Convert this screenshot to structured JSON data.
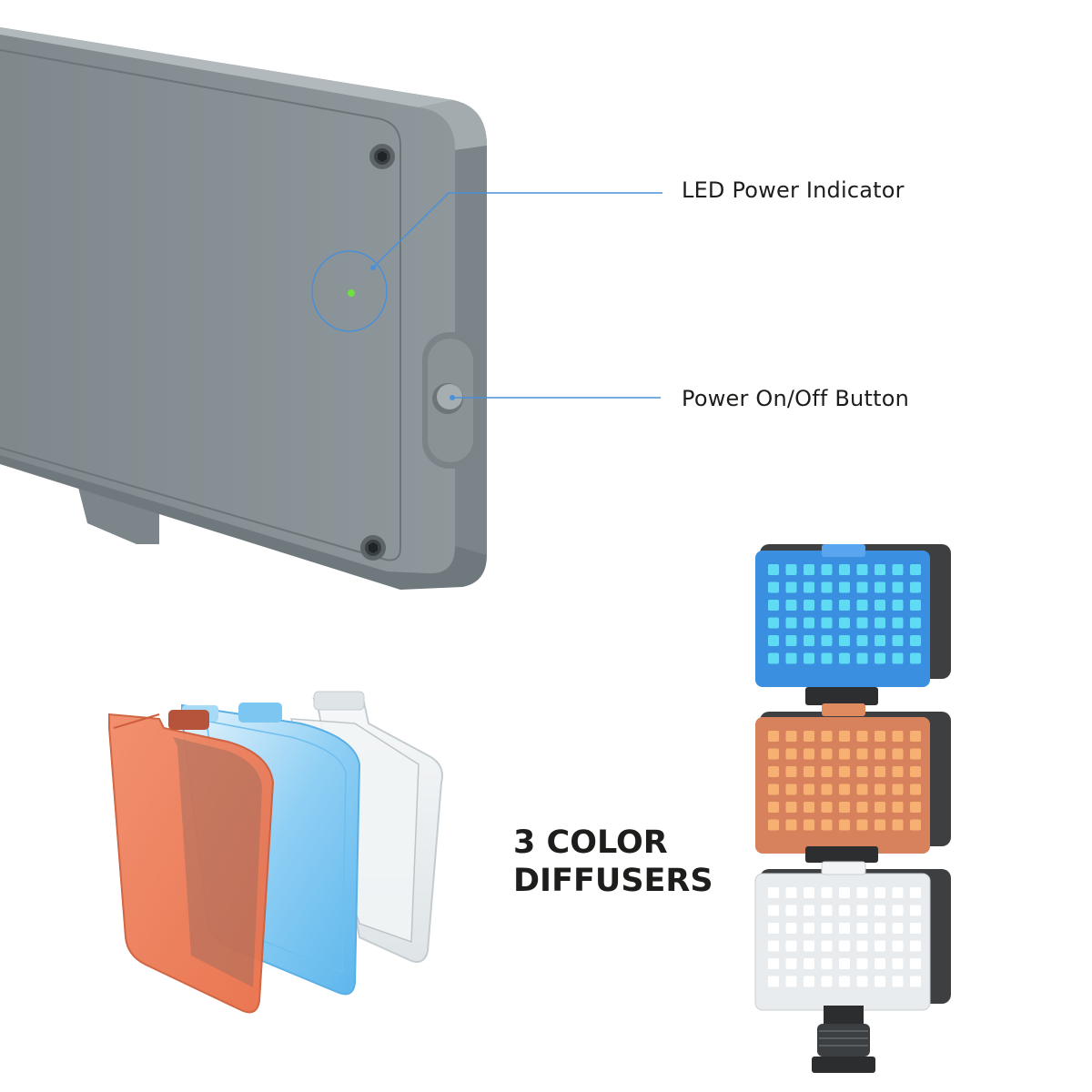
{
  "callouts": {
    "led_indicator": "LED Power Indicator",
    "power_button": "Power On/Off Button"
  },
  "headline": {
    "line1": "3 COLOR",
    "line2": "DIFFUSERS"
  },
  "colors": {
    "body_gray": "#8d9599",
    "callout_line": "#4a90d9",
    "led_green": "#6ee13f",
    "diffuser_orange": "#ee7a55",
    "diffuser_blue": "#74c2ef",
    "diffuser_clear": "#eef1f3",
    "panel_blue": "#3a8fe0",
    "panel_orange": "#d7825c",
    "panel_white": "#e9ecee"
  }
}
